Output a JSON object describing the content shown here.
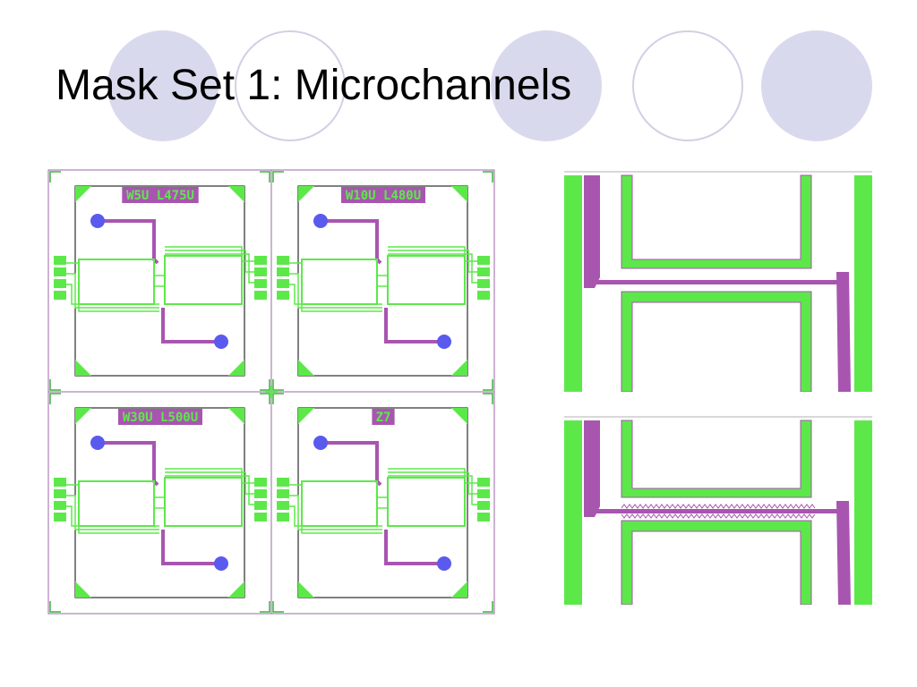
{
  "slide": {
    "title": "Mask Set 1: Microchannels"
  },
  "colors": {
    "accent_circle": "#d9d9ee",
    "ring_stroke": "#d0d0e6",
    "channel_green": "#5de84a",
    "line_green": "#3cb43c",
    "trace_purple": "#a855b0",
    "pad_blue": "#5a5aee",
    "outline_purple": "#9a6aa5"
  },
  "mask": {
    "dies": [
      {
        "label": "W5U L475U"
      },
      {
        "label": "W10U L480U"
      },
      {
        "label": "W30U L500U"
      },
      {
        "label": "Z7"
      }
    ]
  },
  "zoom_views": [
    {
      "channel": "straight"
    },
    {
      "channel": "serrated"
    }
  ]
}
